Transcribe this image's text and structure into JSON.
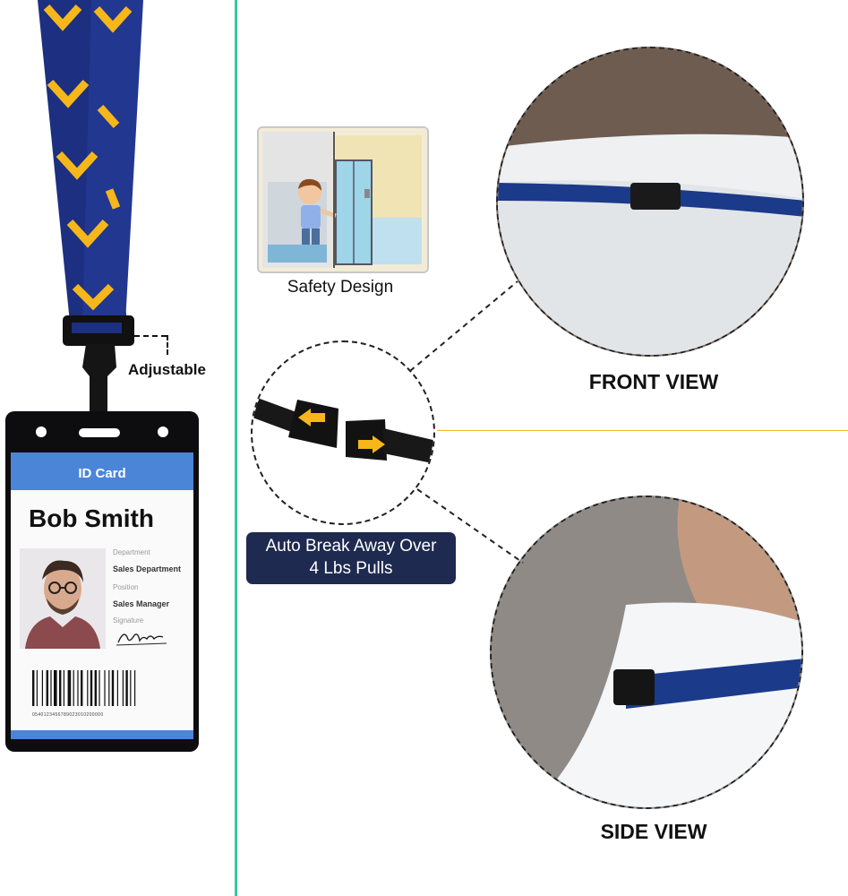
{
  "id_card": {
    "header": "ID Card",
    "name": "Bob Smith",
    "department_label": "Department",
    "department_value": "Sales Department",
    "position_label": "Position",
    "position_value": "Sales Manager",
    "signature_label": "Signature",
    "barcode_number": "0540123456789023010200000"
  },
  "labels": {
    "adjustable": "Adjustable",
    "safety_design": "Safety Design",
    "front_view": "FRONT VIEW",
    "side_view": "SIDE VIEW",
    "breakaway_line1": "Auto Break Away Over",
    "breakaway_line2": "4 Lbs Pulls"
  },
  "colors": {
    "lanyard": "#1c2f80",
    "chevron": "#f5b71a",
    "divider": "#3cc6a4",
    "accent_line": "#f1b42a",
    "badge_bg": "#1e2a4f",
    "card_blue": "#4b85d8"
  },
  "icons": {
    "clasp_arrow_left": "arrow-left-icon",
    "clasp_arrow_right": "arrow-right-icon"
  }
}
